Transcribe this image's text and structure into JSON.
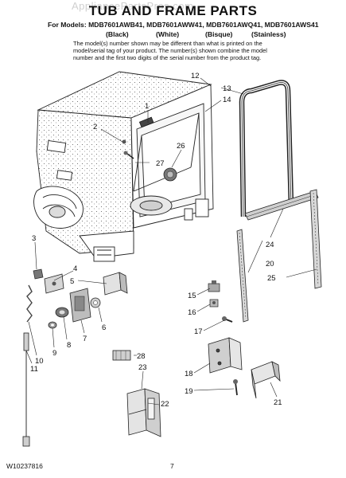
{
  "watermark": "AppliancePartsPros.com",
  "title": "TUB AND FRAME PARTS",
  "models_line": "For Models: MDB7601AWB41, MDB7601AWW41, MDB7601AWQ41, MDB7601AWS41",
  "colors": [
    "(Black)",
    "(White)",
    "(Bisque)",
    "(Stainless)"
  ],
  "note": "The model(s) number shown may be different than what is printed on the model/serial tag of your product. The number(s) shown combine the model number and the first two digits of the serial number from the product tag.",
  "callouts": [
    "1",
    "2",
    "3",
    "4",
    "5",
    "6",
    "7",
    "8",
    "9",
    "10",
    "11",
    "12",
    "13",
    "14",
    "15",
    "16",
    "17",
    "18",
    "19",
    "20",
    "21",
    "22",
    "23",
    "24",
    "25",
    "26",
    "27",
    "28"
  ],
  "footer": {
    "doc_number": "W10237816",
    "page_number": "7"
  }
}
